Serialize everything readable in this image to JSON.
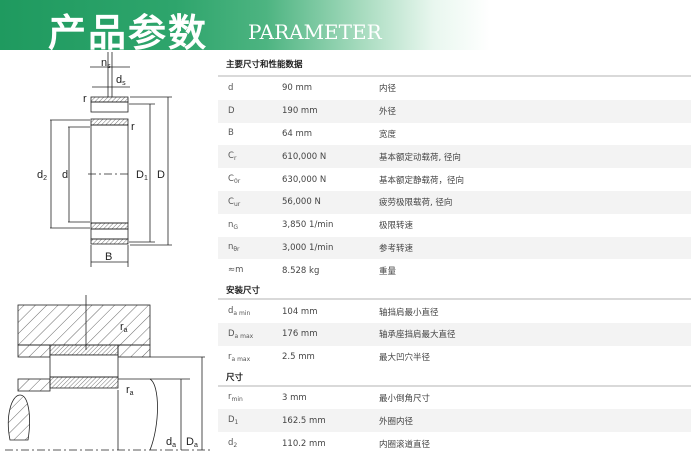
{
  "banner": {
    "title_cn": "产品参数",
    "title_en": "PARAMETER"
  },
  "sections": [
    {
      "title": "主要尺寸和性能数据",
      "rows": [
        {
          "sym": "d",
          "sub": "",
          "value": "90 mm",
          "desc": "内径"
        },
        {
          "sym": "D",
          "sub": "",
          "value": "190 mm",
          "desc": "外径"
        },
        {
          "sym": "B",
          "sub": "",
          "value": "64 mm",
          "desc": "宽度"
        },
        {
          "sym": "C",
          "sub": "r",
          "value": "610,000 N",
          "desc": "基本额定动载荷, 径向"
        },
        {
          "sym": "C",
          "sub": "0r",
          "value": "630,000 N",
          "desc": "基本额定静载荷，径向"
        },
        {
          "sym": "C",
          "sub": "ur",
          "value": "56,000 N",
          "desc": "疲劳极限载荷, 径向"
        },
        {
          "sym": "n",
          "sub": "G",
          "value": "3,850 1/min",
          "desc": "极限转速"
        },
        {
          "sym": "n",
          "sub": "θr",
          "value": "3,000 1/min",
          "desc": "参考转速"
        },
        {
          "sym": "≈m",
          "sub": "",
          "value": "8.528 kg",
          "desc": "重量"
        }
      ]
    },
    {
      "title": "安装尺寸",
      "rows": [
        {
          "sym": "d",
          "sub": "a min",
          "value": "104 mm",
          "desc": "轴挡肩最小直径"
        },
        {
          "sym": "D",
          "sub": "a max",
          "value": "176 mm",
          "desc": "轴承座挡肩最大直径"
        },
        {
          "sym": "r",
          "sub": "a max",
          "value": "2.5 mm",
          "desc": "最大凹穴半径"
        }
      ]
    },
    {
      "title": "尺寸",
      "rows": [
        {
          "sym": "r",
          "sub": "min",
          "value": "3 mm",
          "desc": "最小倒角尺寸"
        },
        {
          "sym": "D",
          "sub": "1",
          "value": "162.5 mm",
          "desc": "外圈内径"
        },
        {
          "sym": "d",
          "sub": "2",
          "value": "110.2 mm",
          "desc": "内圈滚道直径"
        }
      ]
    }
  ],
  "diagram_labels": {
    "ns": "n",
    "ns_sub": "s",
    "ds": "d",
    "ds_sub": "s",
    "r": "r",
    "d2": "d",
    "d2_sub": "2",
    "d": "d",
    "D1": "D",
    "D1_sub": "1",
    "D": "D",
    "B": "B",
    "ra": "r",
    "ra_sub": "a",
    "da": "d",
    "da_sub": "a",
    "Da": "D",
    "Da_sub": "a"
  }
}
